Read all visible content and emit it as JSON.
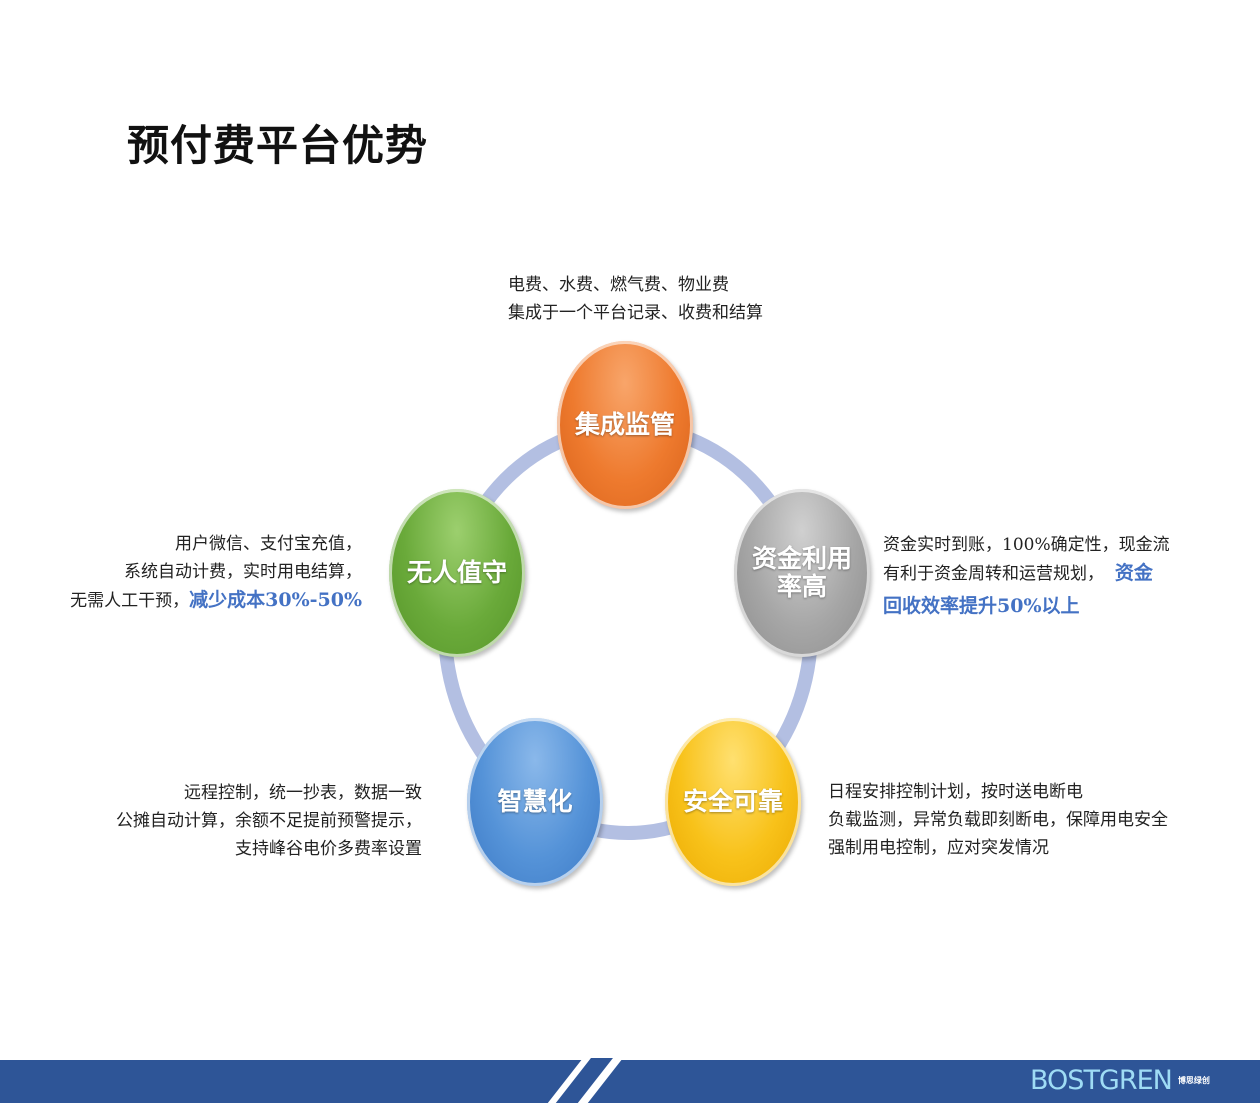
{
  "title": "预付费平台优势",
  "nodes": [
    {
      "label": "集成监管",
      "color": "#ee7a2e"
    },
    {
      "label_line1": "资金利用",
      "label_line2": "率高",
      "color": "#a6a6a6"
    },
    {
      "label": "安全可靠",
      "color": "#f5bd10"
    },
    {
      "label": "智慧化",
      "color": "#4f8fd6"
    },
    {
      "label": "无人值守",
      "color": "#6aaa3a"
    }
  ],
  "descriptions": {
    "integrated": [
      "电费、水费、燃气费、物业费",
      "集成于一个平台记录、收费和结算"
    ],
    "funds": {
      "line1": "资金实时到账，100%确定性，现金流",
      "line2": "有利于资金周转和运营规划，",
      "highlight_a": "资金",
      "highlight_b": "回收效率提升50%以上"
    },
    "safe": [
      "日程安排控制计划，按时送电断电",
      "负载监测，异常负载即刻断电，保障用电安全",
      "强制用电控制，应对突发情况"
    ],
    "smart": [
      "远程控制，统一抄表，数据一致",
      "公摊自动计算，余额不足提前预警提示，",
      "支持峰谷电价多费率设置"
    ],
    "unattended": {
      "line1": "用户微信、支付宝充值，",
      "line2": "系统自动计费，实时用电结算，",
      "line3": "无需人工干预，",
      "highlight": "减少成本30%-50%"
    }
  },
  "footer": {
    "logo": "BOSTGREN",
    "logo_cn": "博思绿创"
  }
}
